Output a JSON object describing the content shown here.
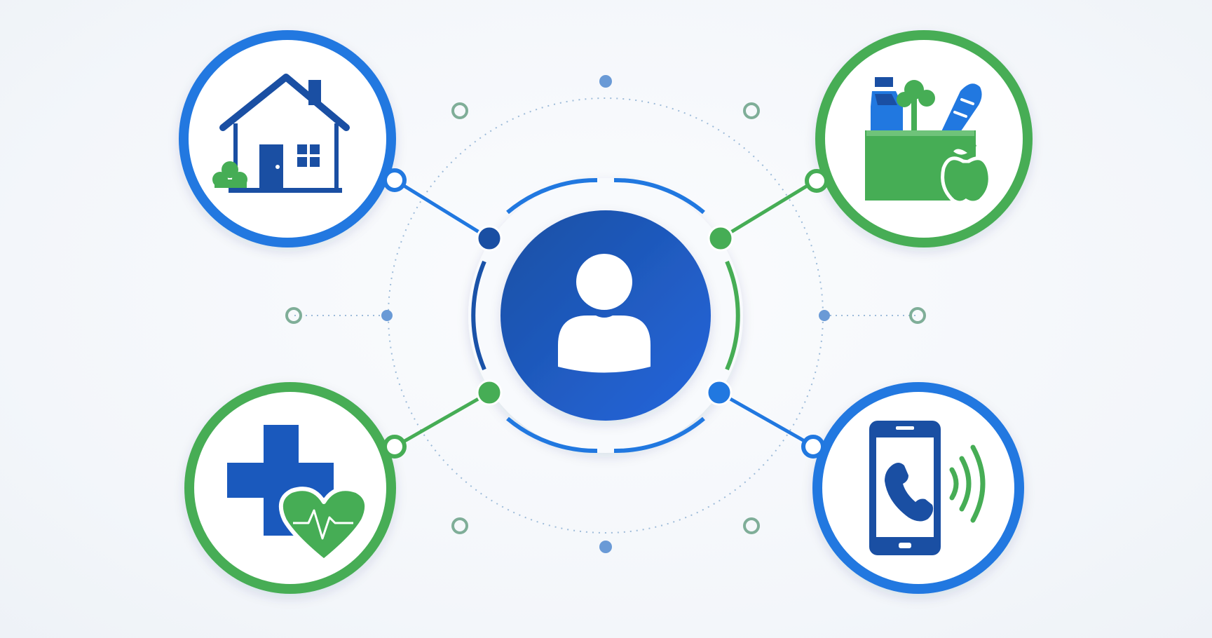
{
  "colors": {
    "background": "#f4f7fb",
    "blue": "#2178e0",
    "dark_blue": "#1a52a8",
    "green": "#46ad55",
    "gray_green": "#7fae98",
    "dotted": "#9dbbd9",
    "white": "#ffffff"
  },
  "hub": {
    "icon": "person-icon",
    "ring_style": "segmented-blue-green"
  },
  "nodes": [
    {
      "id": "housing",
      "icon": "house-icon",
      "ring_color": "#2178e0",
      "position": "top-left"
    },
    {
      "id": "food",
      "icon": "groceries-icon",
      "ring_color": "#46ad55",
      "position": "top-right"
    },
    {
      "id": "healthcare",
      "icon": "medical-heart-icon",
      "ring_color": "#46ad55",
      "position": "bottom-left"
    },
    {
      "id": "communication",
      "icon": "phone-call-icon",
      "ring_color": "#2178e0",
      "position": "bottom-right"
    }
  ]
}
